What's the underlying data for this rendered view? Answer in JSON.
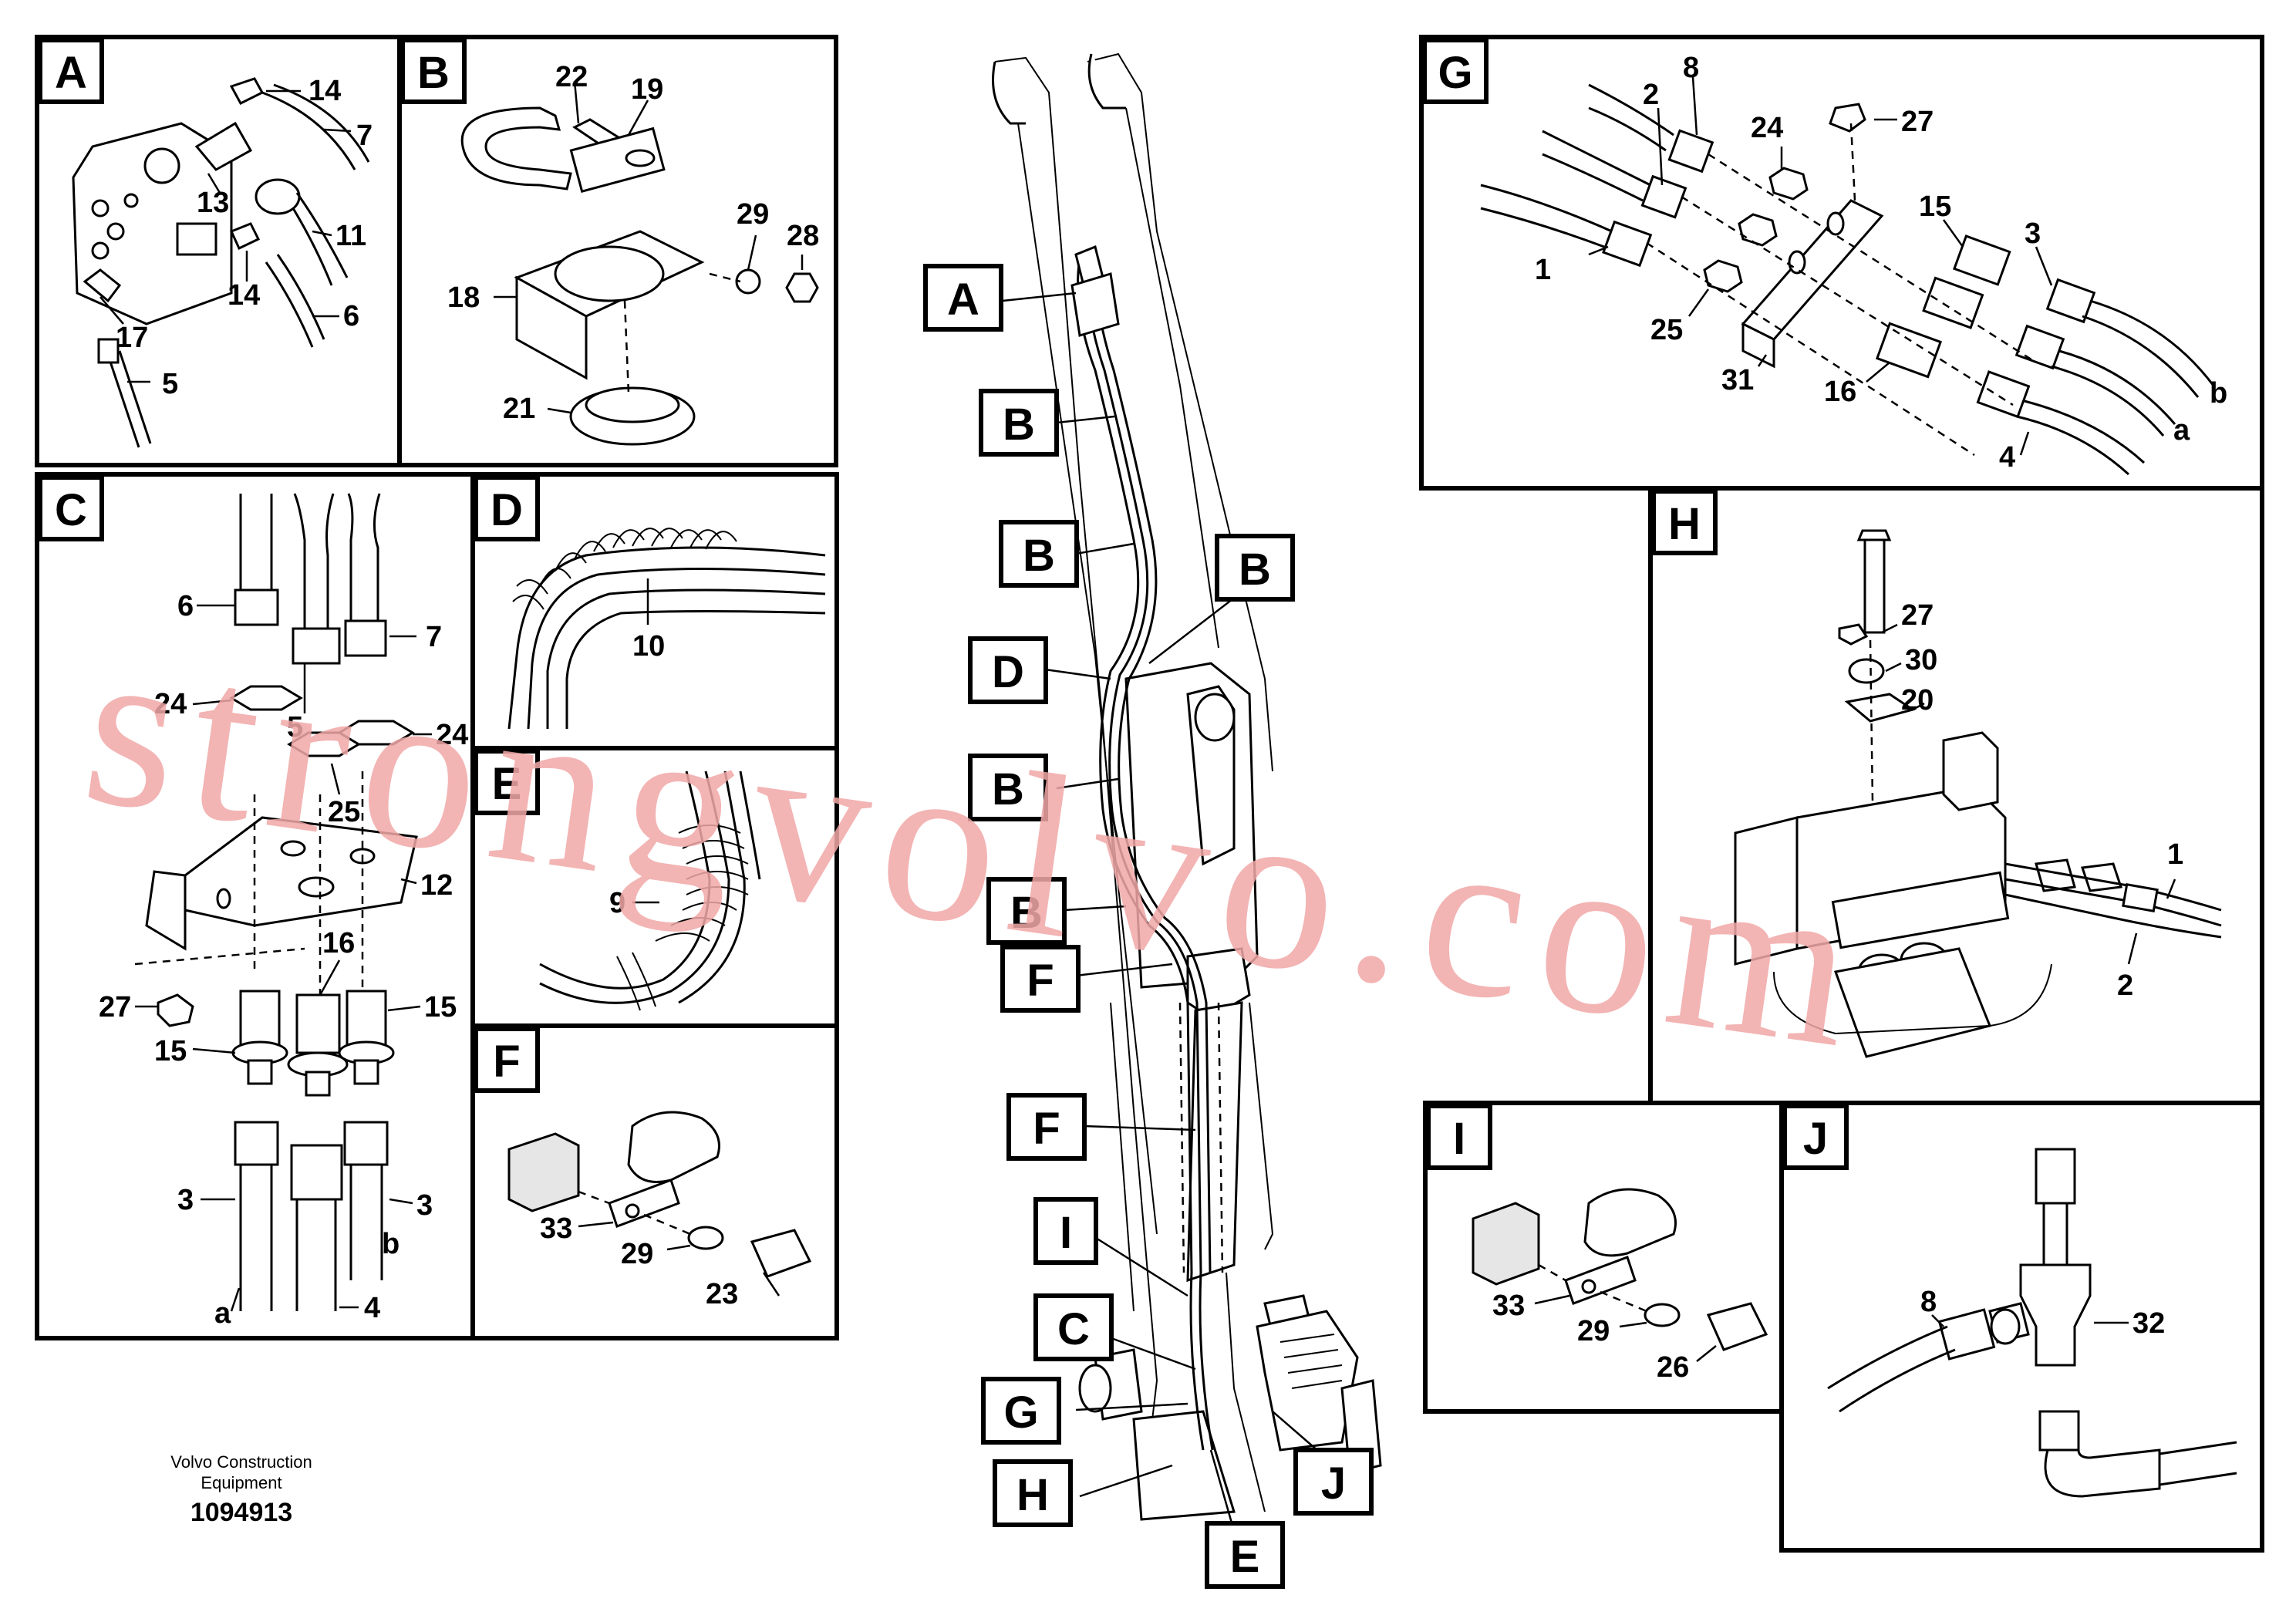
{
  "panels": {
    "A": {
      "label": "A",
      "callouts": [
        "14",
        "7",
        "13",
        "11",
        "14",
        "6",
        "17",
        "5"
      ]
    },
    "B": {
      "label": "B",
      "callouts": [
        "22",
        "19",
        "29",
        "28",
        "18",
        "21"
      ]
    },
    "C": {
      "label": "C",
      "callouts": [
        "6",
        "7",
        "24",
        "5",
        "24",
        "25",
        "12",
        "16",
        "27",
        "15",
        "15",
        "3",
        "3",
        "b",
        "a",
        "4"
      ]
    },
    "D": {
      "label": "D",
      "callouts": [
        "10"
      ]
    },
    "E": {
      "label": "E",
      "callouts": [
        "9"
      ]
    },
    "F": {
      "label": "F",
      "callouts": [
        "33",
        "29",
        "23"
      ]
    },
    "G": {
      "label": "G",
      "callouts": [
        "8",
        "2",
        "24",
        "27",
        "15",
        "3",
        "1",
        "25",
        "31",
        "16",
        "b",
        "a",
        "4"
      ]
    },
    "H": {
      "label": "H",
      "callouts": [
        "27",
        "30",
        "20",
        "1",
        "2"
      ]
    },
    "I": {
      "label": "I",
      "callouts": [
        "33",
        "29",
        "26"
      ]
    },
    "J": {
      "label": "J",
      "callouts": [
        "8",
        "32"
      ]
    }
  },
  "main_labels": [
    "A",
    "B",
    "B",
    "B",
    "D",
    "B",
    "B",
    "F",
    "F",
    "I",
    "C",
    "G",
    "H",
    "E",
    "J"
  ],
  "footer": {
    "company_line1": "Volvo Construction",
    "company_line2": "Equipment",
    "part_number": "1094913"
  },
  "watermark": "strongvolvo.com",
  "colors": {
    "line": "#000000",
    "watermark": "#f2a8a8",
    "background": "#ffffff"
  }
}
